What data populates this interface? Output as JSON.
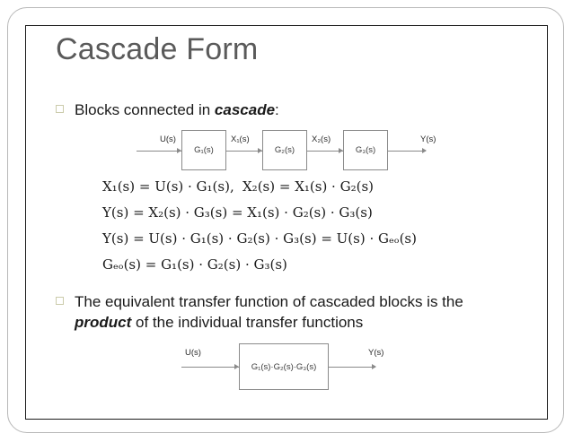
{
  "slide": {
    "title": "Cascade Form",
    "bullets": [
      {
        "text_before": "Blocks connected in ",
        "emphasis": "cascade",
        "text_after": ":"
      },
      {
        "text_before": "The equivalent transfer function of cascaded blocks is the ",
        "emphasis": "product",
        "text_after": " of the individual transfer functions"
      }
    ],
    "equations": [
      {
        "id": "eq-1",
        "text": "X₁(s) =  U(s) · G₁(s),"
      },
      {
        "id": "eq-1b",
        "text": "X₂(s) =  X₁(s) · G₂(s)"
      },
      {
        "id": "eq-2",
        "text": "Y(s) =  X₂(s) · G₃(s) =  X₁(s) · G₂(s) · G₃(s)"
      },
      {
        "id": "eq-3",
        "text": "Y(s) =  U(s) · G₁(s) · G₂(s) · G₃(s) =  U(s) · Gₑₒ(s)"
      },
      {
        "id": "eq-4",
        "text": "Gₑₒ(s) =  G₁(s) · G₂(s) · G₃(s)"
      }
    ],
    "diagram_top": {
      "input_label": "U(s)",
      "output_label": "Y(s)",
      "blocks": [
        {
          "label": "G₁(s)"
        },
        {
          "label": "G₂(s)"
        },
        {
          "label": "G₃(s)"
        }
      ],
      "intermediate_labels": [
        "X₁(s)",
        "X₂(s)"
      ]
    },
    "diagram_bottom": {
      "input_label": "U(s)",
      "output_label": "Y(s)",
      "block_label": "G₁(s)·G₂(s)·G₃(s)"
    },
    "colors": {
      "title": "#5a5a5a",
      "bullet_marker": "#cbcbab",
      "diagram_line": "#8a8a8a",
      "inner_frame": "#1b1b1b",
      "outer_frame": "#b8b8b8",
      "body_text": "#1a1a1a"
    }
  }
}
